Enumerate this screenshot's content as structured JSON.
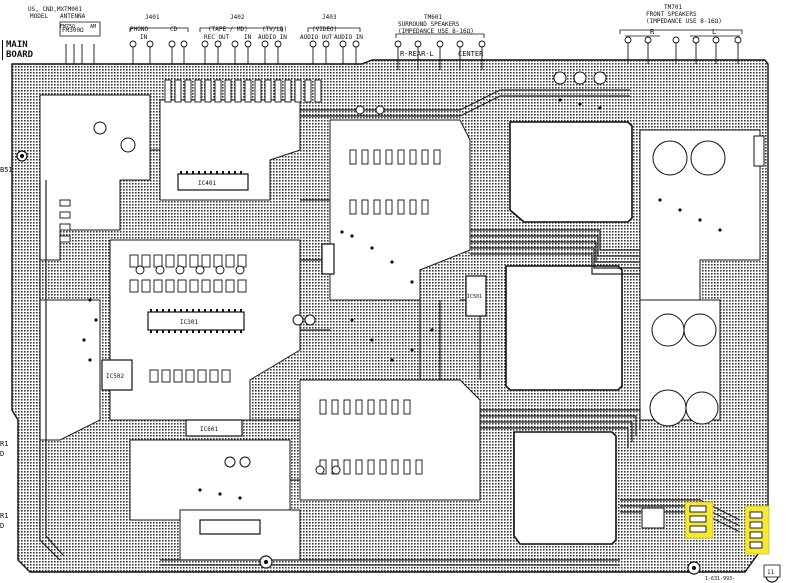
{
  "board": {
    "title_line1": "MAIN",
    "title_line2": "BOARD",
    "part_number": "1-631-993-",
    "page_marker": "11"
  },
  "connectors": {
    "tm001": {
      "region": "US, CND,MX",
      "region2": "MODEL",
      "id": "TM001",
      "name": "ANTENNA",
      "fm": "FM75Ω",
      "am": "AM",
      "fm300": "FM300Ω"
    },
    "j401": {
      "id": "J401",
      "phono": "PHONO",
      "cd": "CD",
      "in": "IN"
    },
    "j402": {
      "id": "J402",
      "name": "(TAPE / MD)",
      "rec_out": "REC OUT",
      "in": "IN",
      "tv_ld": "(TV/LD)",
      "audio_in": "AUDIO IN"
    },
    "j403": {
      "id": "J403",
      "name": "(VIDEO)",
      "audio_out": "AUDIO OUT",
      "audio_in": "AUDIO IN"
    },
    "tm601": {
      "id": "TM601",
      "name": "SURROUND SPEAKERS",
      "impedance": "(IMPEDANCE USE 8-16Ω)",
      "rear": "R-REAR-L",
      "center": "CENTER"
    },
    "tm701": {
      "id": "TM701",
      "name": "FRONT SPEAKERS",
      "impedance": "(IMPEDANCE USE 8-16Ω)",
      "r": "R",
      "l": "L"
    }
  },
  "ics": [
    {
      "label": "IC401"
    },
    {
      "label": "IC301"
    },
    {
      "label": "IC502"
    },
    {
      "label": "IC501"
    },
    {
      "label": "IC601"
    }
  ],
  "markers": {
    "side_left": "B51",
    "edge_r1": "R1",
    "edge_d1": "D",
    "edge_r2": "R1",
    "edge_d2": "D"
  },
  "colors": {
    "trace": "#2b2b2b",
    "pad": "#1a1a1a",
    "highlight": "#f5e83a",
    "background": "#ffffff"
  }
}
